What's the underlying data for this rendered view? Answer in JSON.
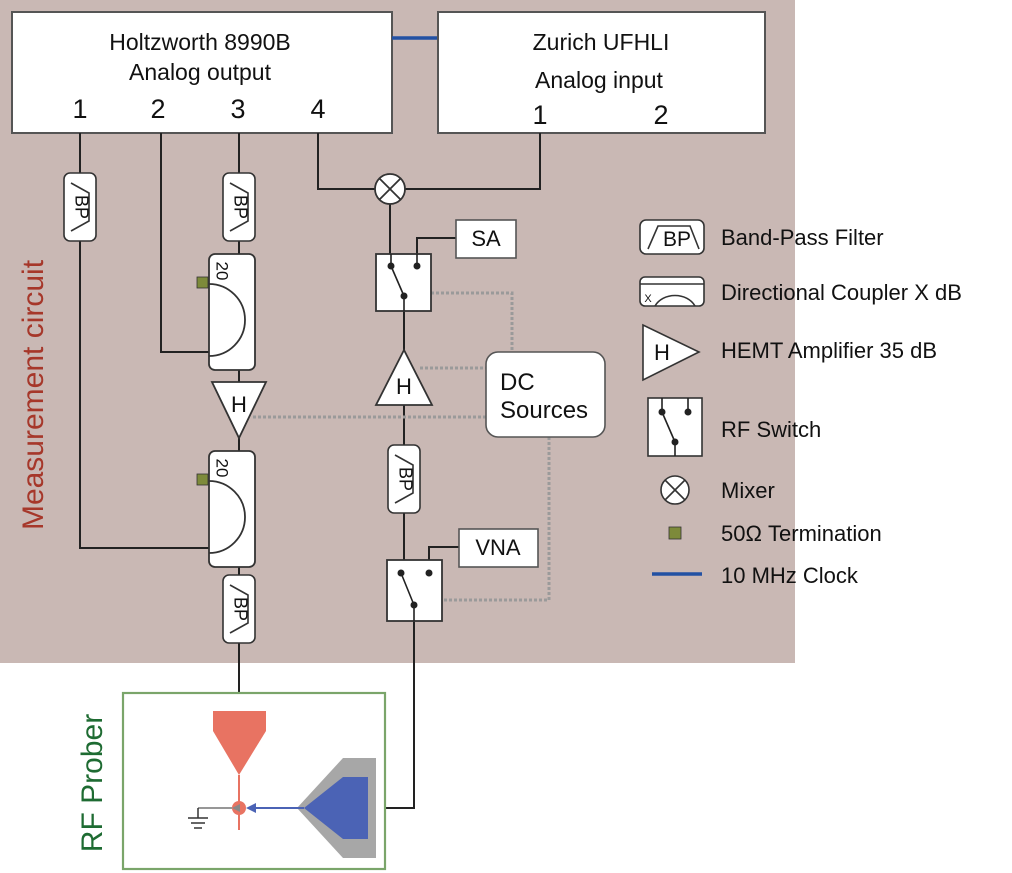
{
  "instruments": {
    "awg": {
      "name": "Holtzworth 8990B",
      "sub": "Analog output",
      "ports": [
        "1",
        "2",
        "3",
        "4"
      ]
    },
    "lockin": {
      "name": "Zurich UFHLI",
      "sub": "Analog input",
      "ports": [
        "1",
        "2"
      ]
    }
  },
  "sections": {
    "measurement": "Measurement circuit",
    "prober": "RF Prober"
  },
  "components": {
    "bp": "BP",
    "hemt": "H",
    "coupler": "20",
    "sa": "SA",
    "vna": "VNA",
    "dc_sources": [
      "DC",
      "Sources"
    ]
  },
  "legend": [
    {
      "icon": "band-pass-filter",
      "label": "Band-Pass Filter"
    },
    {
      "icon": "directional-coupler",
      "label": "Directional Coupler X dB",
      "symbol": "X"
    },
    {
      "icon": "hemt-amplifier",
      "label": "HEMT Amplifier 35 dB",
      "symbol": "H"
    },
    {
      "icon": "rf-switch",
      "label": "RF Switch"
    },
    {
      "icon": "mixer",
      "label": "Mixer"
    },
    {
      "icon": "termination",
      "label": "50Ω Termination"
    },
    {
      "icon": "clock-line",
      "label": "10 MHz Clock"
    }
  ],
  "colors": {
    "background": "#c9b8b4",
    "prober_border": "#7aa56a",
    "prober_label": "#1e6b32",
    "measurement_label": "#a6372a",
    "clock": "#2251a3",
    "termination": "#7d8a3a",
    "probe_red": "#e87362",
    "probe_blue": "#4b63b5",
    "probe_gray": "#a7a7a7"
  }
}
